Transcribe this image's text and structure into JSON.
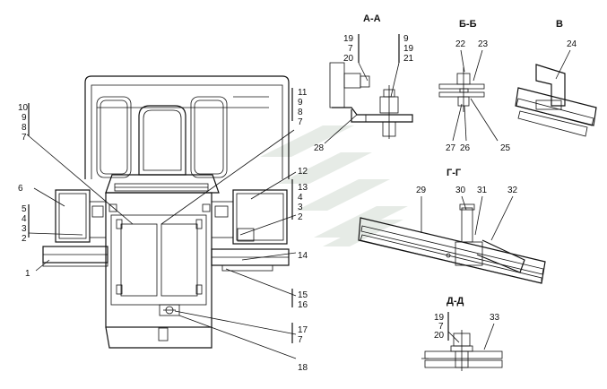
{
  "sections": {
    "aa": "А-А",
    "bb": "Б-Б",
    "v": "В",
    "gg": "Г-Г",
    "dd": "Д-Д"
  },
  "callouts": {
    "c10": "10",
    "c9a": "9",
    "c8a": "8",
    "c7a": "7",
    "c6": "6",
    "c5": "5",
    "c4a": "4",
    "c3a": "3",
    "c2a": "2",
    "c1": "1",
    "c11": "11",
    "c9b": "9",
    "c8b": "8",
    "c7b": "7",
    "c12": "12",
    "c13": "13",
    "c4b": "4",
    "c3b": "3",
    "c2b": "2",
    "c14": "14",
    "c15": "15",
    "c16": "16",
    "c17": "17",
    "c7c": "7",
    "c18": "18",
    "aa19": "19",
    "aa7": "7",
    "aa20": "20",
    "aa9": "9",
    "aa19b": "19",
    "aa21": "21",
    "aa28": "28",
    "bb22": "22",
    "bb23": "23",
    "bb27": "27",
    "bb26": "26",
    "bb25": "25",
    "v24": "24",
    "gg29": "29",
    "gg30": "30",
    "gg31": "31",
    "gg32": "32",
    "dd19": "19",
    "dd7": "7",
    "dd20": "20",
    "dd33": "33"
  }
}
